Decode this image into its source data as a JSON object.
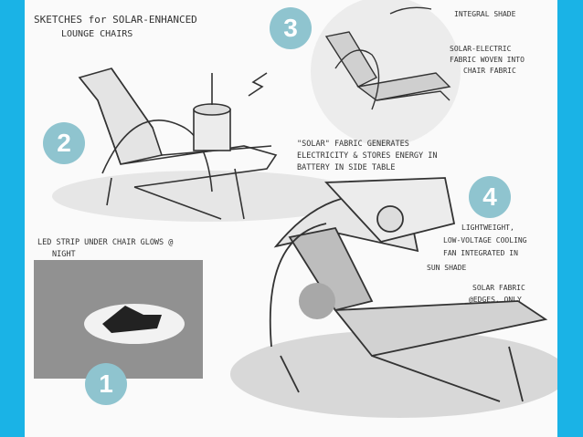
{
  "colors": {
    "frame": "#1ab3e6",
    "paper": "#fafafa",
    "ink": "#333333",
    "badge": "#8fc4cf"
  },
  "title_line1": "SKETCHES for SOLAR-ENHANCED",
  "title_line2": "LOUNGE CHAIRS",
  "labels": {
    "integral_shade": "INTEGRAL SHADE",
    "solar_electric_1": "SOLAR-ELECTRIC",
    "solar_electric_2": "FABRIC WOVEN INTO",
    "solar_electric_3": "CHAIR FABRIC",
    "solar_fabric_1": "\"SOLAR\" FABRIC GENERATES",
    "solar_fabric_2": "ELECTRICITY & STORES ENERGY IN",
    "solar_fabric_3": "BATTERY IN SIDE TABLE",
    "led_1": "LED STRIP UNDER CHAIR GLOWS @",
    "led_2": "NIGHT",
    "fan_1": "LIGHTWEIGHT,",
    "fan_2": "LOW-VOLTAGE COOLING",
    "fan_3": "FAN INTEGRATED IN",
    "fan_4": "SUN SHADE",
    "edges_1": "SOLAR FABRIC",
    "edges_2": "@EDGES, ONLY"
  },
  "badges": {
    "b1": "1",
    "b2": "2",
    "b3": "3",
    "b4": "4"
  }
}
